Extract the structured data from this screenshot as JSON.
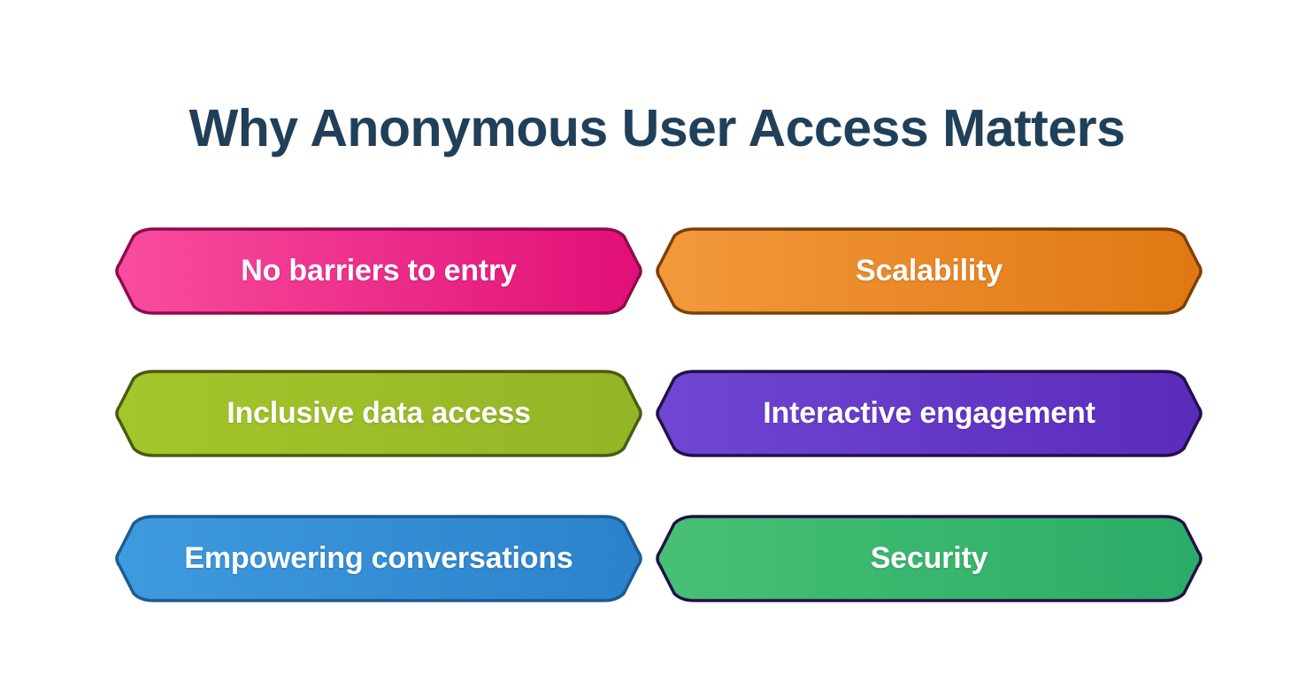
{
  "page": {
    "background_color": "#ffffff",
    "title": "Why Anonymous User Access Matters",
    "title_color": "#20405a"
  },
  "banners": [
    {
      "label": "No barriers to entry",
      "column": "left",
      "row": 1,
      "fill_start": "#f94d9f",
      "fill_end": "#e10f76",
      "stroke": "#8e0b4b",
      "text_color": "#ffffff"
    },
    {
      "label": "Scalability",
      "column": "right",
      "row": 1,
      "fill_start": "#f3993c",
      "fill_end": "#e07812",
      "stroke": "#7a4107",
      "text_color": "#ffffff"
    },
    {
      "label": "Inclusive data access",
      "column": "left",
      "row": 2,
      "fill_start": "#a4c62b",
      "fill_end": "#94b526",
      "stroke": "#4b5a12",
      "text_color": "#ffffff"
    },
    {
      "label": "Interactive engagement",
      "column": "right",
      "row": 2,
      "fill_start": "#6f47d4",
      "fill_end": "#5a2bbc",
      "stroke": "#241049",
      "text_color": "#ffffff"
    },
    {
      "label": "Empowering conversations",
      "column": "left",
      "row": 3,
      "fill_start": "#3f9ade",
      "fill_end": "#2b82cb",
      "stroke": "#1a5c93",
      "text_color": "#ffffff"
    },
    {
      "label": "Security",
      "column": "right",
      "row": 3,
      "fill_start": "#47c074",
      "fill_end": "#2aac67",
      "stroke": "#221046",
      "text_color": "#ffffff"
    }
  ]
}
